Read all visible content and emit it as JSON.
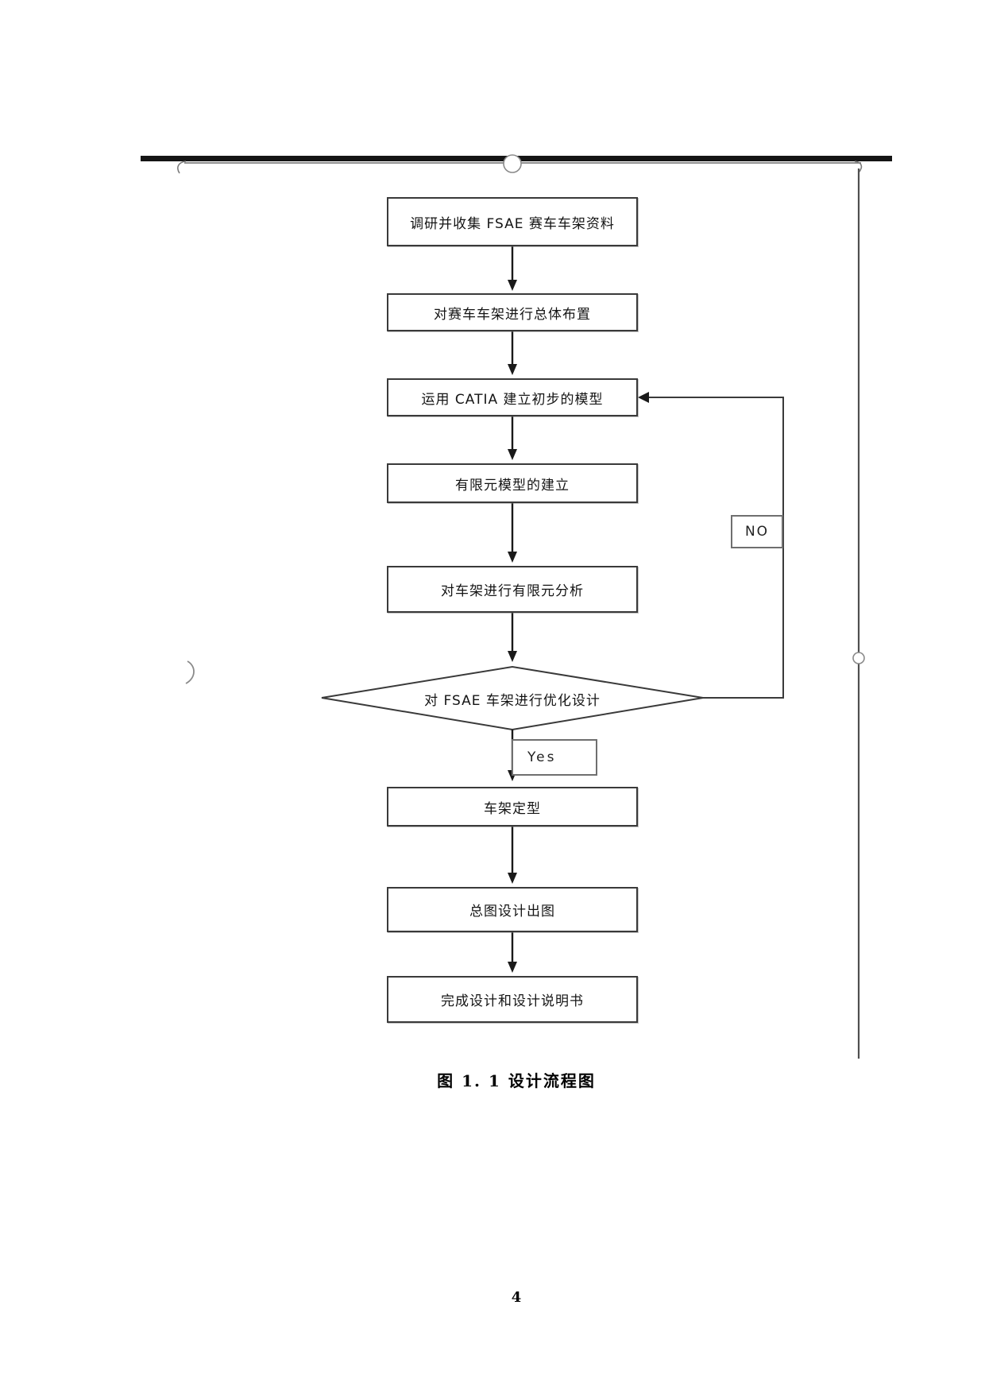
{
  "flowchart": {
    "steps": [
      {
        "label": "调研并收集  FSAE 赛车车架资料"
      },
      {
        "label": "对赛车车架进行总体布置"
      },
      {
        "label": "运用 CATIA 建立初步的模型"
      },
      {
        "label": "有限元模型的建立"
      },
      {
        "label": "对车架进行有限元分析"
      },
      {
        "label": "车架定型"
      },
      {
        "label": "总图设计出图"
      },
      {
        "label": "完成设计和设计说明书"
      }
    ],
    "decision": {
      "label": "对 FSAE 车架进行优化设计"
    },
    "branch_yes": "Yes",
    "branch_no": "NO",
    "line_color": "#3a3a3a"
  },
  "caption": "图 1. 1 设计流程图",
  "page_number": "4"
}
